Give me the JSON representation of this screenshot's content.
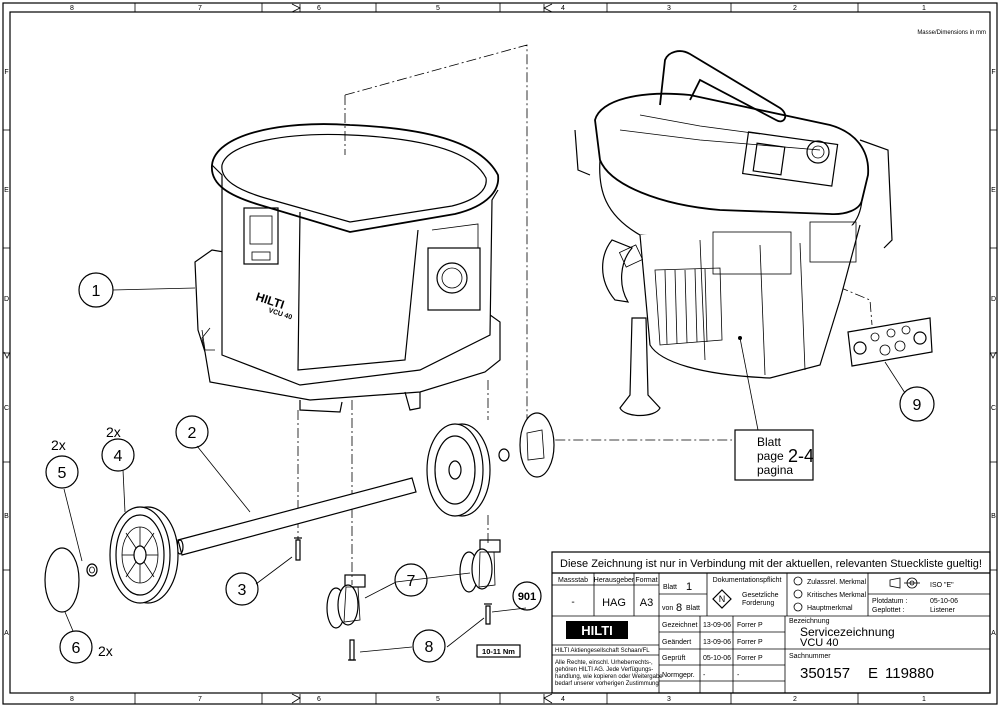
{
  "drawing": {
    "dimensions_note": "Masse/Dimensions in mm",
    "columns": [
      "8",
      "7",
      "6",
      "5",
      "4",
      "3",
      "2",
      "1"
    ],
    "rows": [
      "F",
      "E",
      "D",
      "C",
      "B",
      "A"
    ]
  },
  "callouts": [
    {
      "number": "1"
    },
    {
      "number": "2"
    },
    {
      "number": "3"
    },
    {
      "number": "4"
    },
    {
      "number": "5"
    },
    {
      "number": "6"
    },
    {
      "number": "7"
    },
    {
      "number": "8"
    },
    {
      "number": "9"
    },
    {
      "number": "901"
    }
  ],
  "quantity_labels": {
    "q4": "2x",
    "q5": "2x",
    "q6": "2x"
  },
  "torque_label": "10-11 Nm",
  "blatt_box": {
    "l1": "Blatt",
    "l2": "page",
    "l3": "pagina",
    "range": "2-4"
  },
  "machine_labels": {
    "brand": "HILTI",
    "model": "VCU 40"
  },
  "title_block": {
    "notice": "Diese Zeichnung ist nur in Verbindung mit der aktuellen, relevanten Stueckliste gueltig!",
    "massstab_label": "Massstab",
    "massstab_value": "-",
    "herausgeber_label": "Herausgeber",
    "herausgeber_value": "HAG",
    "format_label": "Format",
    "format_value": "A3",
    "blatt_label": "Blatt",
    "blatt_value": "1",
    "von_label": "von",
    "von_value": "8",
    "blatt2_label": "Blatt",
    "dok_label": "Dokumentationspflicht",
    "dok_symbol": "N",
    "gesetz_1": "Gesetzliche",
    "gesetz_2": "Forderung",
    "merkmal_1": "Zulassrel. Merkmal",
    "merkmal_2": "Kritisches Merkmal",
    "merkmal_3": "Hauptmerkmal",
    "iso_label": "ISO \"E\"",
    "plotdatum_label": "Plotdatum :",
    "plotdatum_value": "05-10-06",
    "geplottet_label": "Geplottet :",
    "geplottet_value": "Listener",
    "company": "HILTI",
    "company_line": "HILTI Aktiengesellschaft Schaan/FL",
    "rights_1": "Alle Rechte, einschl. Urheberrechts-,",
    "rights_2": "gehören HILTI AG. Jede Verfügungs-",
    "rights_3": "handlung, wie kopieren oder Weitergabe",
    "rights_4": "bedarf unserer vorherigen Zustimmung",
    "gezeichnet_label": "Gezeichnet",
    "gezeichnet_date": "13-09-06",
    "gezeichnet_name": "Forrer P",
    "geaendert_label": "Geändert",
    "geaendert_date": "13-09-06",
    "geaendert_name": "Forrer P",
    "geprueft_label": "Geprüft",
    "geprueft_date": "05-10-06",
    "geprueft_name": "Forrer P",
    "normgepr_label": "Normgepr.",
    "normgepr_date": "-",
    "normgepr_name": "-",
    "bezeichnung_label": "Bezeichnung",
    "bezeichnung_1": "Servicezeichnung",
    "bezeichnung_2": "VCU 40",
    "sachnummer_label": "Sachnummer",
    "sachnummer_value": "350157",
    "index_value": "E",
    "zeichnungsnummer_value": "119880"
  }
}
